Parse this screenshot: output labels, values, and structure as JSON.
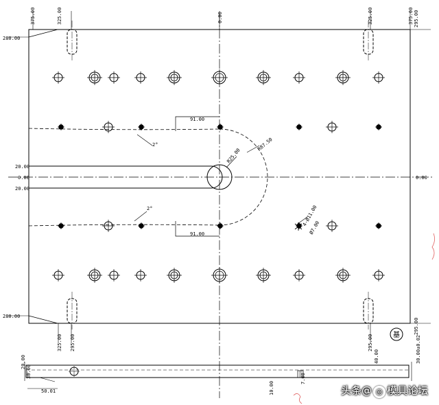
{
  "drawing": {
    "dims": {
      "top_375_left": "375.00",
      "top_325_left": "325.00",
      "top_000": "0.00",
      "top_325_right": "325.00",
      "top_375_right": "375.00",
      "left_280_top": "280.00",
      "right_295_top": "295.00",
      "left_20_a": "20.00",
      "left_0": "0.00",
      "left_20_b": "20.00",
      "right_0": "0.00",
      "left_280_bottom": "280.00",
      "right_295_bottom": "295.00",
      "bot_325_left": "325.00",
      "bot_295_left": "295.00",
      "bot_295_right": "295.00",
      "slot_upper": "91.00",
      "slot_lower": "91.00",
      "angle_upper": "2°",
      "angle_lower": "2°",
      "r25": "R25.00",
      "r87": "R87.50",
      "hole_note_1": "4-Ø11.00",
      "hole_note_2": "Ø7.00",
      "side_left_20": "20.00",
      "side_left_30": "30.00",
      "side_50": "50.01",
      "side_right_40": "40.00",
      "side_right_12": "30.00±0.02",
      "side_100": "10.00",
      "side_700": "7.00"
    },
    "stamp_symbol": "基",
    "watermark": {
      "prefix": "头条",
      "at": "@",
      "name": "模具论坛"
    }
  }
}
